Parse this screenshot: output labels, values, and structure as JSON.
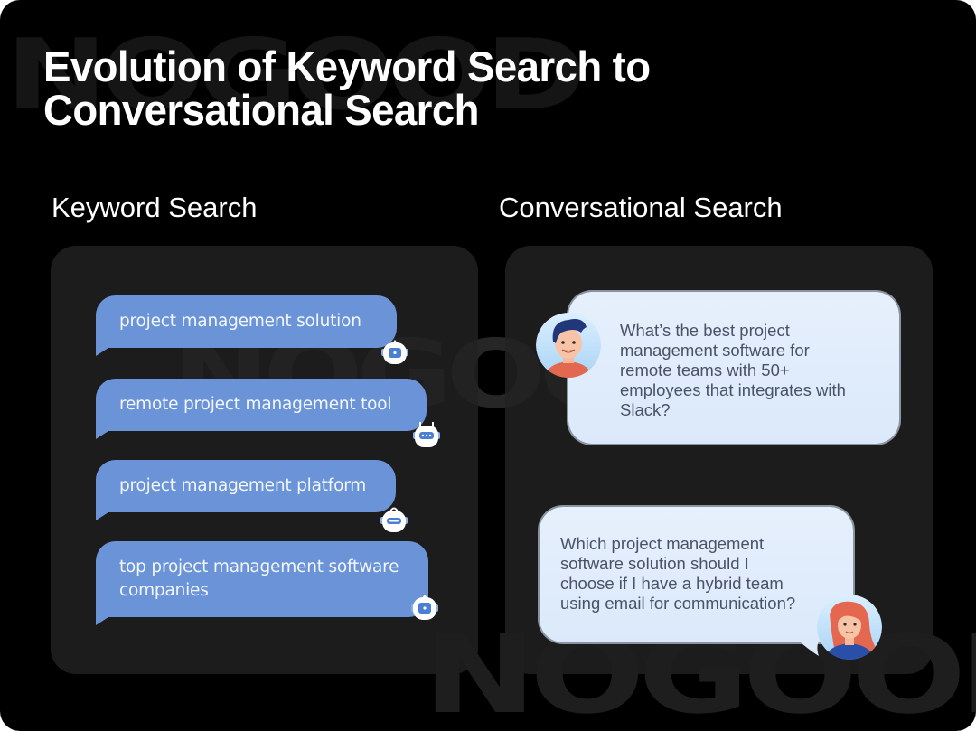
{
  "watermark": {
    "brand": "NOGOOD"
  },
  "header": {
    "title_line1": "Evolution of Keyword Search to",
    "title_line2": "Conversational Search"
  },
  "columns": {
    "left": {
      "heading": "Keyword Search",
      "queries": [
        {
          "text": "project management solution",
          "icon": "robot-icon"
        },
        {
          "text": "remote project management tool",
          "icon": "robot-icon"
        },
        {
          "text": "project management platform",
          "icon": "robot-icon"
        },
        {
          "text_line1": "top project management software",
          "text_line2": "companies",
          "icon": "robot-icon"
        }
      ]
    },
    "right": {
      "heading": "Conversational Search",
      "messages": [
        {
          "speaker": "man-avatar",
          "lines": [
            "What’s the best project",
            "management software for",
            "remote teams with 50+",
            "employees that integrates with",
            "Slack?"
          ]
        },
        {
          "speaker": "woman-avatar",
          "lines": [
            "Which project management",
            "software solution should I",
            "choose if I have a hybrid team",
            "using email for communication?"
          ]
        }
      ]
    }
  },
  "colors": {
    "background": "#000000",
    "panel": "#1c1c1c",
    "keyword_bubble": "#6b94d8",
    "conversation_bubble": "#e2eefb",
    "conversation_text": "#4a5266"
  }
}
